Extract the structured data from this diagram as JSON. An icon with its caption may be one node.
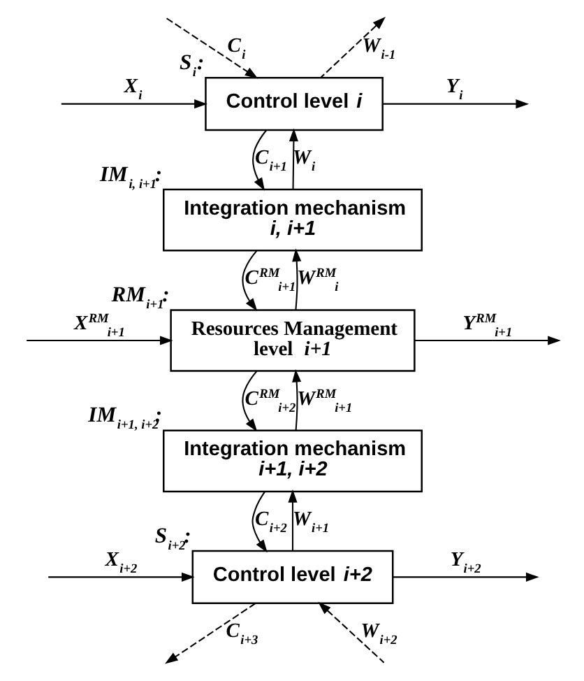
{
  "diagram": {
    "nodes": [
      {
        "text": [
          "Control level *i*"
        ],
        "beside": [
          "S$_{i}$:"
        ]
      },
      {
        "text": [
          "Integration mechanism *i, i+1*"
        ],
        "beside": [
          "IM$_{i, i+1}$:"
        ]
      },
      {
        "text": [
          "Resources Management level *i+1*"
        ],
        "beside": [
          "RM$_{i+1}$:"
        ]
      },
      {
        "text": [
          "Integration mechanism *i+1, i+2*"
        ],
        "beside": [
          "IM$_{i+1, i+2}$:"
        ]
      },
      {
        "text": [
          "Control level *i+2*"
        ],
        "beside": [
          "S$_{i+2}$:"
        ]
      }
    ],
    "edges": [
      {
        "from": null,
        "to": 0,
        "arrow": "to",
        "label": "X$_{i}$"
      },
      {
        "from": 0,
        "to": null,
        "arrow": "to",
        "label": "Y$_{i}$"
      },
      {
        "from": null,
        "to": 0,
        "arrow": "to",
        "label": "C$_{i}$",
        "style": "dashed"
      },
      {
        "from": 0,
        "to": null,
        "arrow": "to",
        "label": "W$_{i-1}$",
        "style": "dashed"
      },
      {
        "from": 0,
        "to": 1,
        "arrow": "to",
        "label": "C$_{i+1}$"
      },
      {
        "from": 1,
        "to": 0,
        "arrow": "to",
        "label": "W$_{i}$"
      },
      {
        "from": 1,
        "to": 2,
        "arrow": "to",
        "label": "C$^{RM}$$_{i+1}$"
      },
      {
        "from": 2,
        "to": 1,
        "arrow": "to",
        "label": "W$^{RM}$$_{i}$"
      },
      {
        "from": null,
        "to": 2,
        "arrow": "to",
        "label": "X$^{RM}$$_{i+1}$"
      },
      {
        "from": 2,
        "to": null,
        "arrow": "to",
        "label": "Y$^{RM}$$_{i+1}$"
      },
      {
        "from": 2,
        "to": 3,
        "arrow": "to",
        "label": "C$^{RM}$$_{i+2}$"
      },
      {
        "from": 3,
        "to": 2,
        "arrow": "to",
        "label": "W$^{RM}$$_{i+1}$"
      },
      {
        "from": 3,
        "to": 4,
        "arrow": "to",
        "label": "C$_{i+2}$"
      },
      {
        "from": 4,
        "to": 3,
        "arrow": "to",
        "label": "W$_{i+1}$"
      },
      {
        "from": null,
        "to": 4,
        "arrow": "to",
        "label": "X$_{i+2}$"
      },
      {
        "from": 4,
        "to": null,
        "arrow": "to",
        "label": "Y$_{i+2}$"
      },
      {
        "from": 4,
        "to": null,
        "arrow": "to",
        "label": "C$_{i+3}$",
        "style": "dashed"
      },
      {
        "from": null,
        "to": 4,
        "arrow": "to",
        "label": "W$_{i+2}$",
        "style": "dashed"
      }
    ]
  }
}
